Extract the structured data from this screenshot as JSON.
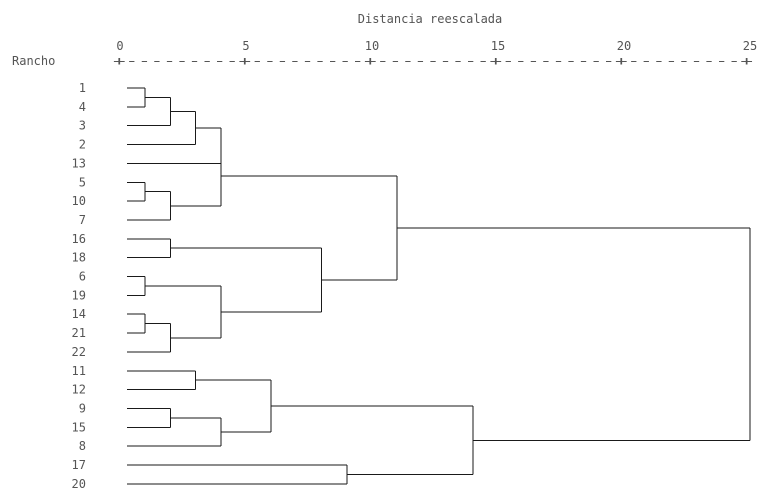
{
  "chart_data": {
    "type": "dendrogram",
    "title": "Distancia reescalada",
    "leaf_axis_label": "Rancho",
    "xlim": [
      0,
      25
    ],
    "xticks": [
      "0",
      "5",
      "10",
      "15",
      "20",
      "25"
    ],
    "axis_rule": "+---------+---------+---------+---------+---------+",
    "leaves": [
      "1",
      "4",
      "3",
      "2",
      "13",
      "5",
      "10",
      "7",
      "16",
      "18",
      "6",
      "19",
      "14",
      "21",
      "22",
      "11",
      "12",
      "9",
      "15",
      "8",
      "17",
      "20"
    ],
    "merges": [
      {
        "left": "1",
        "right": "4",
        "id": "c1",
        "distance": 1
      },
      {
        "left": "c1",
        "right": "3",
        "id": "c2",
        "distance": 2
      },
      {
        "left": "c2",
        "right": "2",
        "id": "c3",
        "distance": 3
      },
      {
        "left": "c3",
        "right": "13",
        "id": "c4",
        "distance": 4
      },
      {
        "left": "5",
        "right": "10",
        "id": "c5",
        "distance": 1
      },
      {
        "left": "c5",
        "right": "7",
        "id": "c6",
        "distance": 2
      },
      {
        "left": "c4",
        "right": "c6",
        "id": "c7",
        "distance": 4
      },
      {
        "left": "16",
        "right": "18",
        "id": "c8",
        "distance": 2
      },
      {
        "left": "6",
        "right": "19",
        "id": "c9",
        "distance": 1
      },
      {
        "left": "14",
        "right": "21",
        "id": "c10",
        "distance": 1
      },
      {
        "left": "c10",
        "right": "22",
        "id": "c11",
        "distance": 2
      },
      {
        "left": "c9",
        "right": "c11",
        "id": "c12",
        "distance": 4
      },
      {
        "left": "c8",
        "right": "c12",
        "id": "c13",
        "distance": 8
      },
      {
        "left": "c7",
        "right": "c13",
        "id": "c14",
        "distance": 11
      },
      {
        "left": "11",
        "right": "12",
        "id": "c15",
        "distance": 3
      },
      {
        "left": "9",
        "right": "15",
        "id": "c16",
        "distance": 2
      },
      {
        "left": "c16",
        "right": "8",
        "id": "c17",
        "distance": 4
      },
      {
        "left": "c15",
        "right": "c17",
        "id": "c18",
        "distance": 6
      },
      {
        "left": "17",
        "right": "20",
        "id": "c19",
        "distance": 9
      },
      {
        "left": "c18",
        "right": "c19",
        "id": "c20",
        "distance": 14
      },
      {
        "left": "c14",
        "right": "c20",
        "id": "c21",
        "distance": 25
      }
    ]
  }
}
